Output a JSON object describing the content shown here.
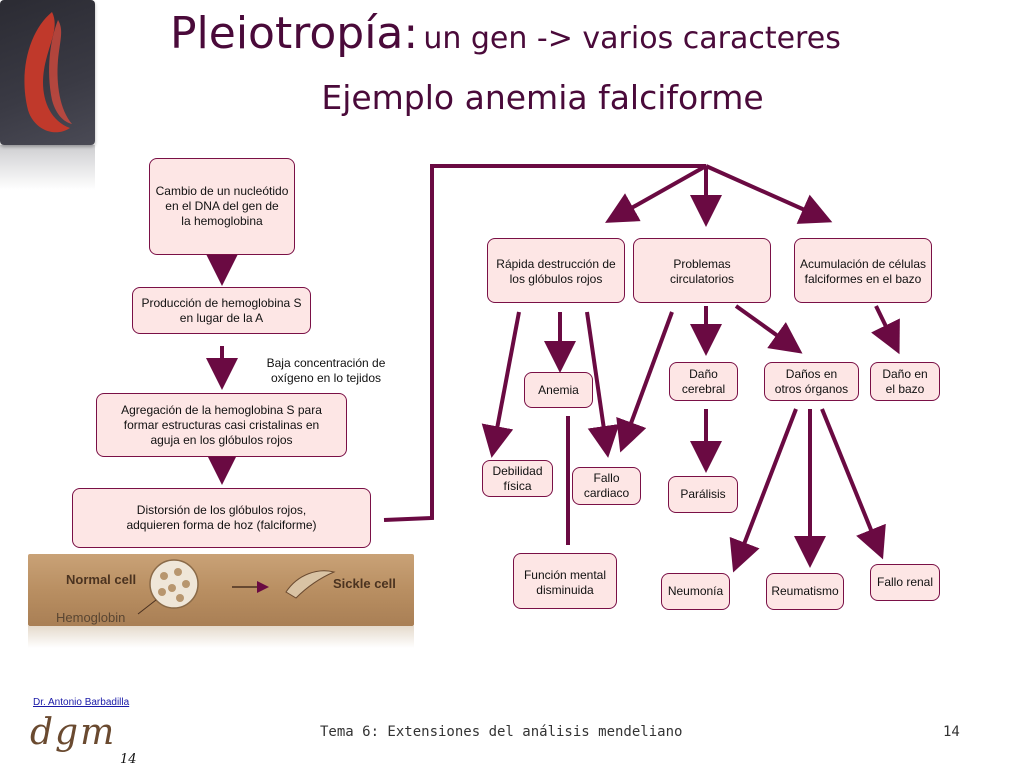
{
  "title": {
    "main": "Pleiotropía:",
    "tail": "un gen -> varios caracteres",
    "subtitle": "Ejemplo anemia falciforme"
  },
  "left_chain": {
    "step1": "Cambio de un nucleótido\nen el DNA del gen de\nla hemoglobina",
    "step2": "Producción de hemoglobina S\nen lugar de la A",
    "condition": "Baja concentración de\noxígeno en lo tejidos",
    "step3": "Agregación de la hemoglobina S para\nformar estructuras casi cristalinas en\naguja en los glóbulos rojos",
    "step4": "Distorsión de los glóbulos rojos,\nadquieren forma de hoz (falciforme)"
  },
  "cells_image": {
    "normal": "Normal cell",
    "sickle": "Sickle cell",
    "hemoglobin": "Hemoglobin"
  },
  "effects": {
    "destruction": "Rápida destrucción de\nlos glóbulos rojos",
    "circulatory": "Problemas\ncirculatorios",
    "accumulation": "Acumulación de células\nfalciformes en el bazo",
    "anemia": "Anemia",
    "weakness": "Debilidad\nfísica",
    "heart_failure": "Fallo\ncardiaco",
    "mental": "Función mental\ndisminuida",
    "brain_damage": "Daño\ncerebral",
    "paralysis": "Parálisis",
    "organ_damage": "Daños en\notros órganos",
    "spleen_damage": "Daño en\nel bazo",
    "pneumonia": "Neumonía",
    "rheumatism": "Reumatismo",
    "kidney_failure": "Fallo renal"
  },
  "footer": {
    "author": "Dr. Antonio Barbadilla",
    "logo": "dgm",
    "logo_number": "14",
    "text": "Tema 6: Extensiones del análisis mendeliano",
    "page": "14"
  },
  "colors": {
    "arrow": "#6a0a42",
    "box_fill": "#fde6e5",
    "box_border": "#7a1046",
    "title": "#4a0a3a"
  }
}
